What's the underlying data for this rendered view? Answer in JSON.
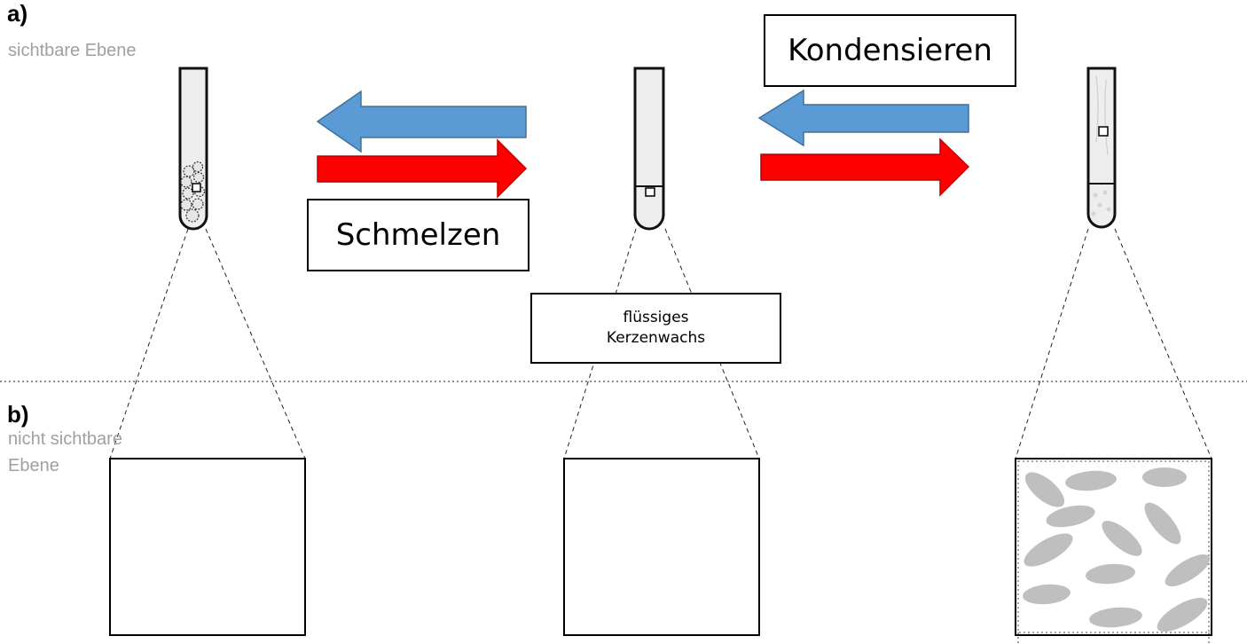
{
  "section_a": {
    "letter": "a)",
    "subtitle": "sichtbare Ebene"
  },
  "section_b": {
    "letter": "b)",
    "subtitle_line1": "nicht sichtbare",
    "subtitle_line2": "Ebene"
  },
  "process_labels": {
    "melting": "Schmelzen",
    "condensing": "Kondensieren"
  },
  "liquid_label": {
    "line1": "flüssiges",
    "line2": "Kerzenwachs"
  },
  "colors": {
    "arrow_left": "#5b9bd5",
    "arrow_right": "#ff0000",
    "particles": "#bfbfbf",
    "tube_fill": "#eeeeee"
  }
}
